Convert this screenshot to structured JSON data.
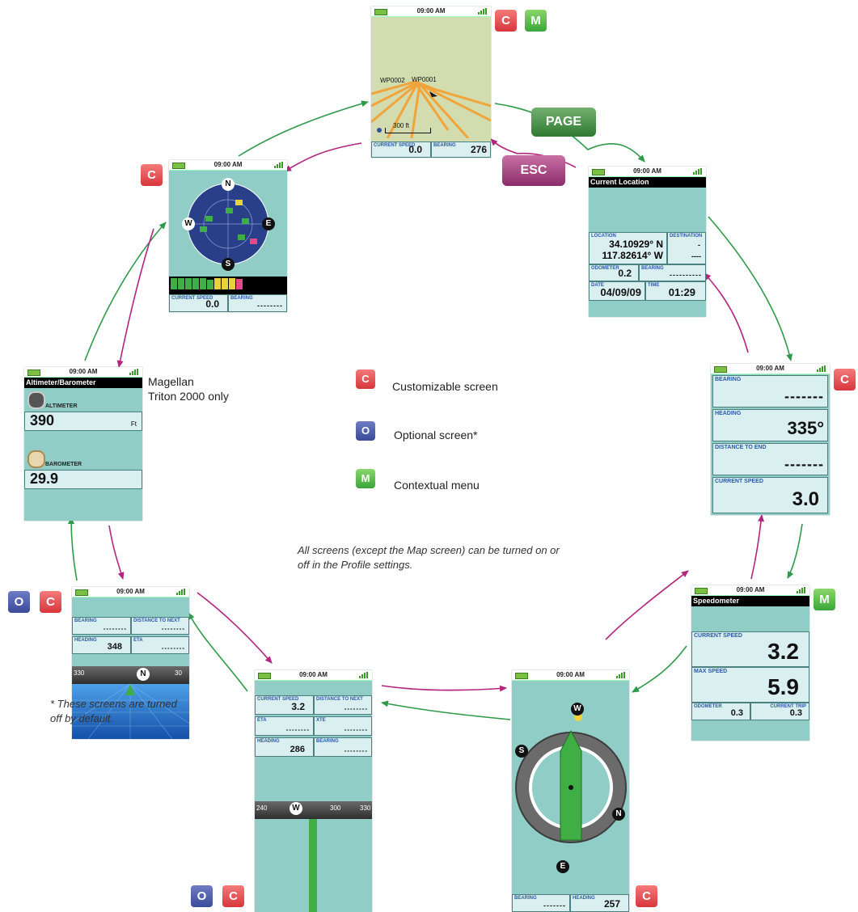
{
  "time": "09:00 AM",
  "badges": {
    "c": "C",
    "m": "M",
    "o": "O",
    "page": "PAGE",
    "esc": "ESC"
  },
  "map_screen": {
    "waypoint1": "WP0001",
    "waypoint2": "WP0002",
    "scale": "300 ft",
    "current_speed_label": "CURRENT SPEED",
    "current_speed_value": "0.0",
    "bearing_label": "BEARING",
    "bearing_value": "276"
  },
  "current_location": {
    "title": "Current Location",
    "location_label": "LOCATION",
    "lat": "34.10929° N",
    "lon": "117.82614° W",
    "destination_label": "DESTINATION",
    "destination_value": "-",
    "destination_dist": "----",
    "odometer_label": "ODOMETER",
    "odometer_value": "0.2",
    "bearing_label": "BEARING",
    "bearing_value": "----------",
    "date_label": "DATE",
    "date_value": "04/09/09",
    "time_label": "TIME",
    "time_value": "01:29"
  },
  "data_screen": {
    "bearing_label": "BEARING",
    "bearing_value": "-------",
    "heading_label": "HEADING",
    "heading_value": "335°",
    "distance_label": "DISTANCE TO END",
    "distance_value": "-------",
    "speed_label": "CURRENT SPEED",
    "speed_value": "3.0"
  },
  "speedometer": {
    "title": "Speedometer",
    "current_speed_label": "CURRENT SPEED",
    "current_speed_value": "3.2",
    "max_speed_label": "MAX SPEED",
    "max_speed_value": "5.9",
    "odometer_label": "ODOMETER",
    "odometer_value": "0.3",
    "trip_label": "CURRENT TRIP",
    "trip_value": "0.3"
  },
  "compass": {
    "bearing_label": "BEARING",
    "bearing_value": "-------",
    "heading_label": "HEADING",
    "heading_value": "257"
  },
  "road_screen": {
    "current_speed_label": "CURRENT SPEED",
    "current_speed_value": "3.2",
    "distance_label": "DISTANCE TO NEXT",
    "distance_value": "--------",
    "eta_label": "ETA",
    "eta_value": "--------",
    "xte_label": "XTE",
    "xte_value": "--------",
    "heading_label": "HEADING",
    "heading_value": "286",
    "bearing_label": "BEARING",
    "bearing_value": "--------",
    "tape_left": "240",
    "tape_n": "W",
    "tape_mid": "300",
    "tape_right": "330"
  },
  "highway_screen": {
    "bearing_label": "BEARING",
    "bearing_value": "--------",
    "distance_label": "DISTANCE TO NEXT",
    "distance_value": "--------",
    "heading_label": "HEADING",
    "heading_value": "348",
    "eta_label": "ETA",
    "eta_value": "--------",
    "tape_left": "330",
    "tape_n": "N",
    "tape_right": "30"
  },
  "altimeter": {
    "title": "Altimeter/Barometer",
    "altimeter_label": "ALTIMETER",
    "altimeter_value": "390",
    "altimeter_unit": "Ft",
    "barometer_label": "BAROMETER",
    "barometer_value": "29.9"
  },
  "satellite": {
    "n": "N",
    "e": "E",
    "s": "S",
    "w": "W",
    "current_speed_label": "CURRENT SPEED",
    "current_speed_value": "0.0",
    "bearing_label": "BEARING",
    "bearing_value": "--------"
  },
  "compass_dirs": {
    "w": "W",
    "s": "S",
    "n": "N",
    "e": "E"
  },
  "labels": {
    "triton_line1": "Magellan",
    "triton_line2": "Triton 2000 only",
    "legend_c": "Customizable screen",
    "legend_o": "Optional screen*",
    "legend_m": "Contextual menu",
    "profile_note_line1": "All screens (except the Map screen) can be turned on or",
    "profile_note_line2": "off in the Profile settings.",
    "default_note_line1": "* These screens are turned",
    "default_note_line2": "off by default."
  },
  "colors": {
    "screen_bg": "#8fcdc6",
    "forward_arrow": "#2e9a4a",
    "back_arrow": "#b3257f"
  }
}
